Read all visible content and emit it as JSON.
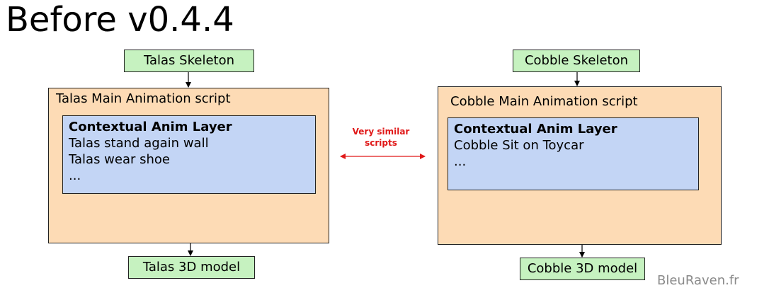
{
  "title": "Before v0.4.4",
  "left": {
    "skeleton": "Talas Skeleton",
    "script_label": "Talas Main Animation script",
    "layer_title": "Contextual Anim Layer",
    "layer_items": [
      "Talas stand again wall",
      "Talas wear shoe",
      "..."
    ],
    "model": "Talas 3D model"
  },
  "right": {
    "skeleton": "Cobble Skeleton",
    "script_label": "Cobble Main Animation script",
    "layer_title": "Contextual Anim Layer",
    "layer_items": [
      "Cobble Sit on Toycar",
      "..."
    ],
    "model": "Cobble 3D model"
  },
  "relation": {
    "line1": "Very similar",
    "line2": "scripts",
    "color": "#e01818"
  },
  "watermark": "BleuRaven.fr",
  "colors": {
    "skeleton_fill": "#c6f2c0",
    "script_fill": "#fddbb5",
    "layer_fill": "#c3d5f5"
  }
}
